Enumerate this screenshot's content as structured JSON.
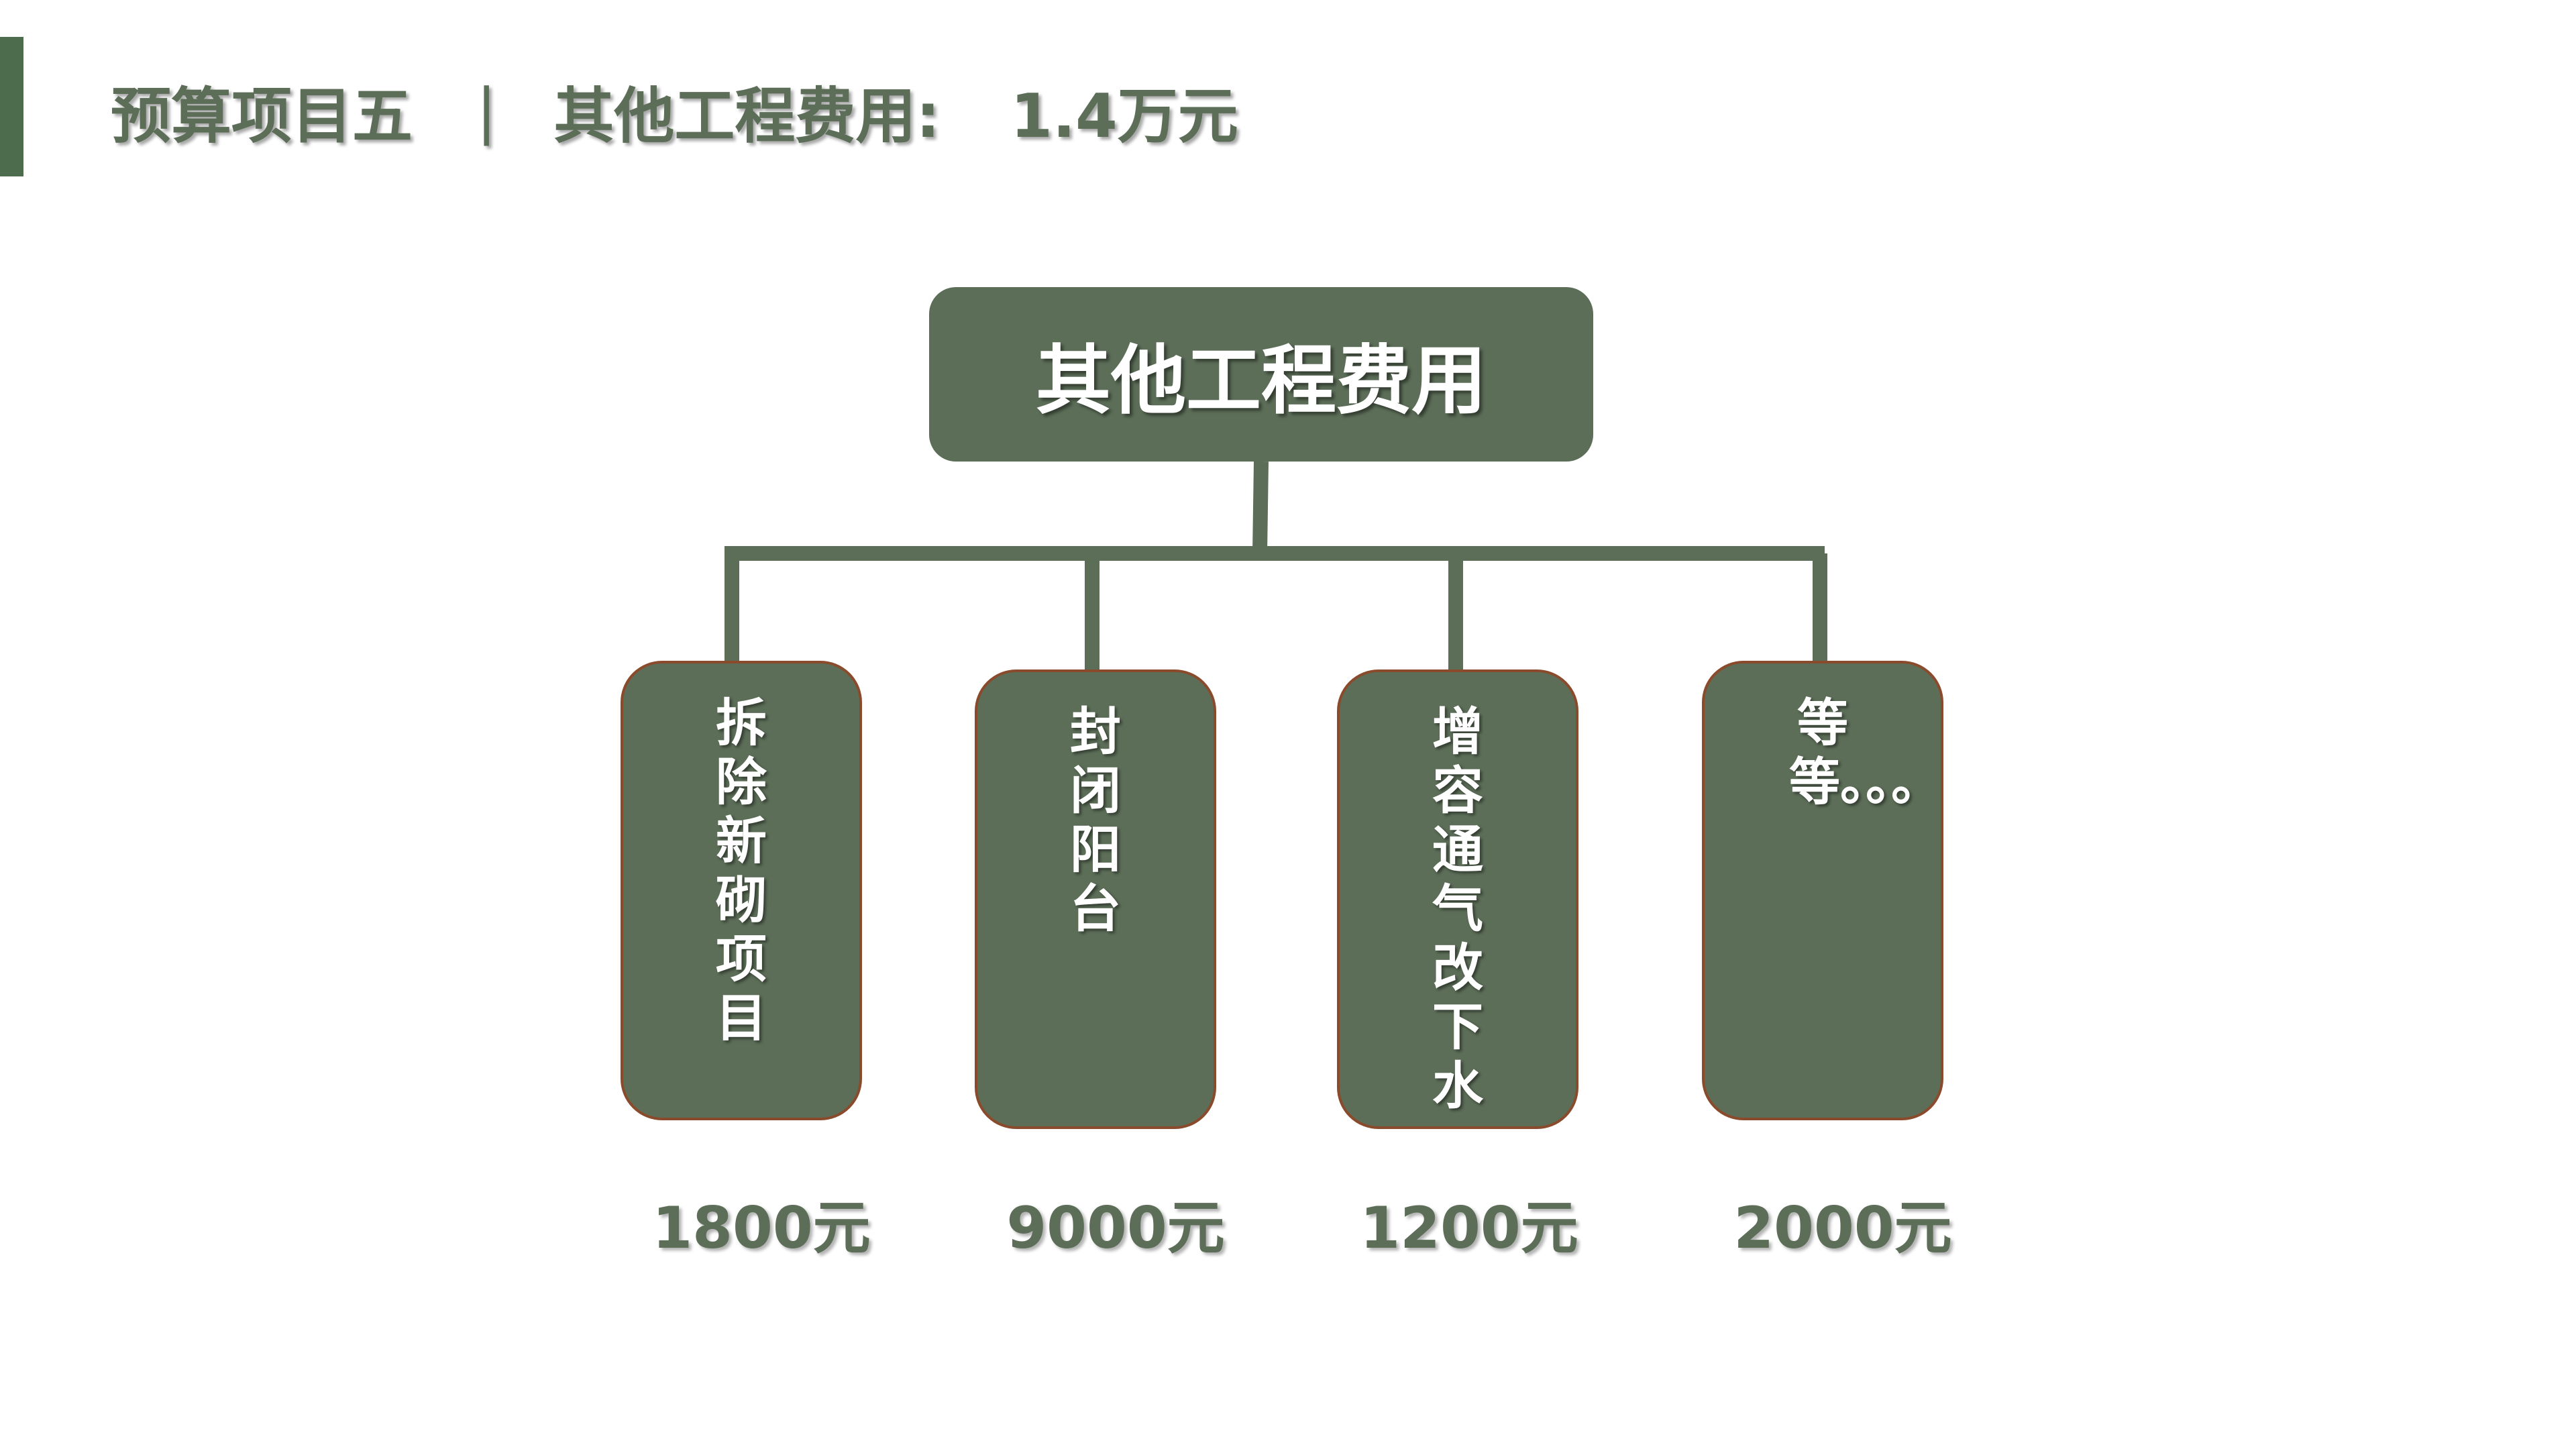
{
  "colors": {
    "primary": "#5c6e58",
    "accent_bar": "#4d6b4d",
    "box_border": "#8a4b2c",
    "text_light": "#ffffff"
  },
  "header": {
    "title": "预算项目五",
    "separator": "|",
    "subtitle": "其他工程费用:",
    "amount": "1.4万元"
  },
  "diagram": {
    "root": "其他工程费用",
    "children": [
      {
        "label": "拆除新砌项目",
        "cost": "1800元"
      },
      {
        "label": "封闭阳台",
        "cost": "9000元"
      },
      {
        "label": "增容通气改下水",
        "cost": "1200元"
      },
      {
        "label": "等等。。。",
        "cost": "2000元"
      }
    ]
  }
}
